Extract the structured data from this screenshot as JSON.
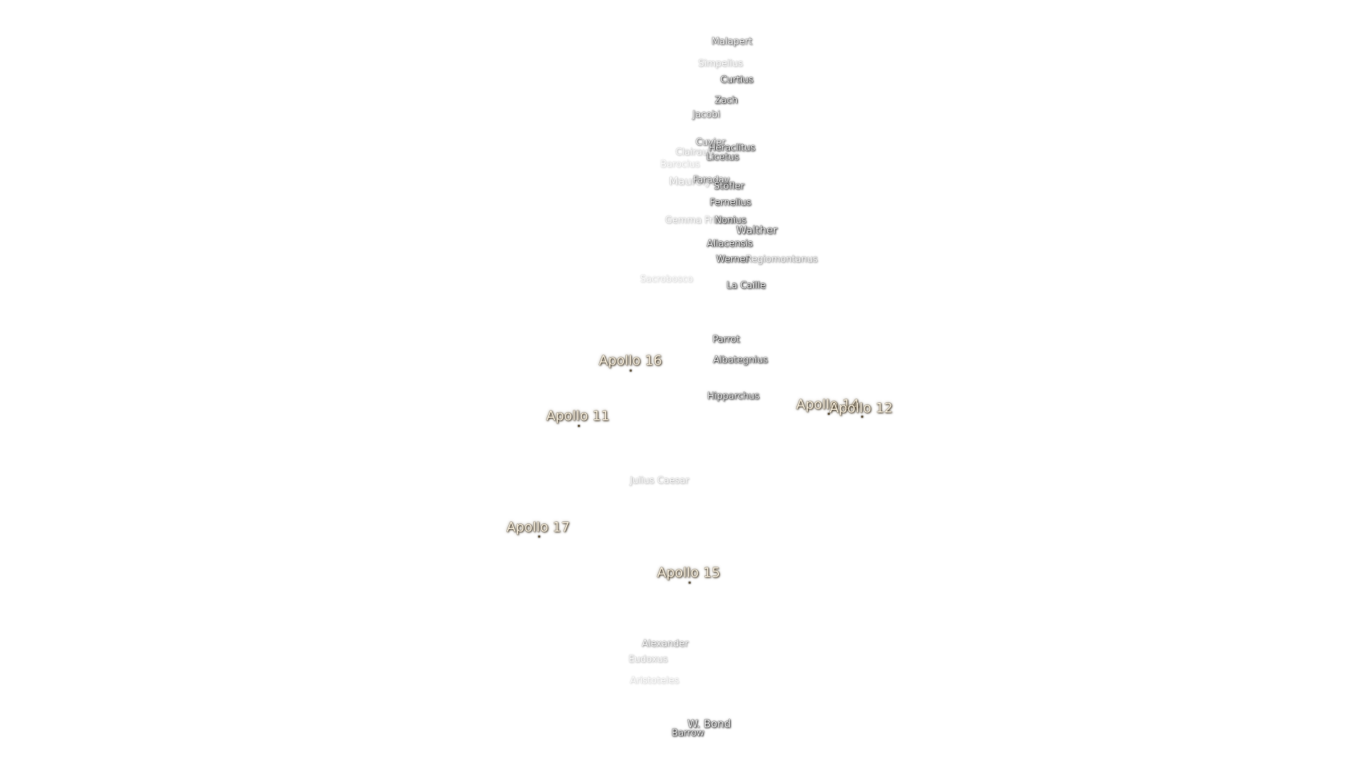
{
  "craters": [
    {
      "id": "malapert",
      "name": "Malapert"
    },
    {
      "id": "simpelius",
      "name": "Simpelius"
    },
    {
      "id": "curtius",
      "name": "Curtius"
    },
    {
      "id": "zach",
      "name": "Zach"
    },
    {
      "id": "jacobi",
      "name": "Jacobi"
    },
    {
      "id": "cuvier",
      "name": "Cuvier"
    },
    {
      "id": "heraclitus",
      "name": "Heraclitus"
    },
    {
      "id": "clairaut",
      "name": "Clairaut"
    },
    {
      "id": "licetus",
      "name": "Licetus"
    },
    {
      "id": "barocius",
      "name": "Barocius"
    },
    {
      "id": "maurolycus",
      "name": "Maurolycus"
    },
    {
      "id": "faraday",
      "name": "Faraday"
    },
    {
      "id": "stoffler",
      "name": "Stöfler"
    },
    {
      "id": "fernelius",
      "name": "Fernelius"
    },
    {
      "id": "gemma-frisius",
      "name": "Gemma Frisius"
    },
    {
      "id": "nonius",
      "name": "Nonius"
    },
    {
      "id": "walther",
      "name": "Walther"
    },
    {
      "id": "aliacensis",
      "name": "Aliacensis"
    },
    {
      "id": "werner",
      "name": "Werner"
    },
    {
      "id": "regiomontanus",
      "name": "Regiomontanus"
    },
    {
      "id": "sacrobosco",
      "name": "Sacrobosco"
    },
    {
      "id": "la-caille",
      "name": "La Caille"
    },
    {
      "id": "parrot",
      "name": "Parrot"
    },
    {
      "id": "albategnius",
      "name": "Albategnius"
    },
    {
      "id": "hipparchus",
      "name": "Hipparchus"
    },
    {
      "id": "julius-caesar",
      "name": "Julius Caesar"
    },
    {
      "id": "alexander",
      "name": "Alexander"
    },
    {
      "id": "eudoxus",
      "name": "Eudoxus"
    },
    {
      "id": "aristoteles",
      "name": "Aristoteles"
    },
    {
      "id": "w-bond",
      "name": "W. Bond"
    },
    {
      "id": "barrow",
      "name": "Barrow"
    }
  ],
  "landing_sites": [
    {
      "id": "apollo-16",
      "name": "Apollo 16"
    },
    {
      "id": "apollo-11",
      "name": "Apollo 11"
    },
    {
      "id": "apollo-14",
      "name": "Apollo 14"
    },
    {
      "id": "apollo-12",
      "name": "Apollo 12"
    },
    {
      "id": "apollo-17",
      "name": "Apollo 17"
    },
    {
      "id": "apollo-15",
      "name": "Apollo 15"
    }
  ]
}
